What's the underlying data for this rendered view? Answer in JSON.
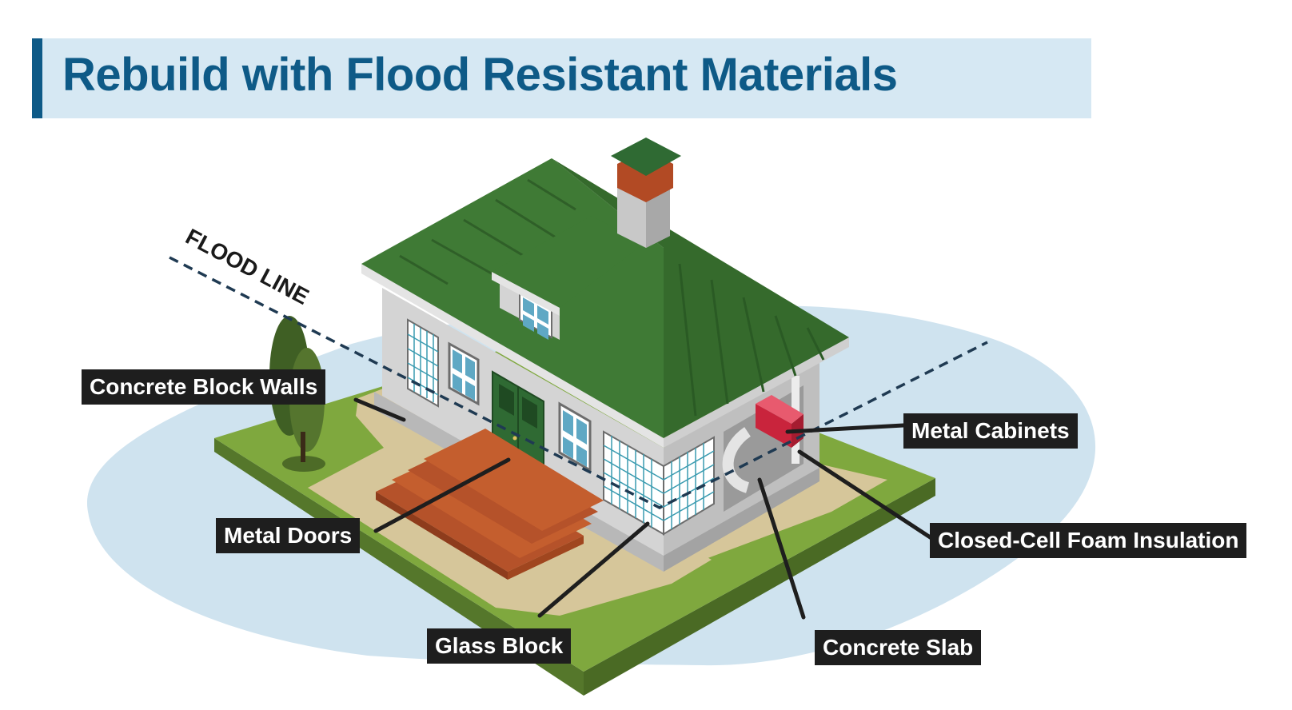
{
  "title": "Rebuild with Flood Resistant Materials",
  "flood_line_label": "FLOOD LINE",
  "labels": {
    "concrete_block_walls": "Concrete Block Walls",
    "metal_doors": "Metal Doors",
    "glass_block": "Glass Block",
    "metal_cabinets": "Metal Cabinets",
    "closed_cell_foam": "Closed-Cell Foam Insulation",
    "concrete_slab": "Concrete Slab"
  },
  "colors": {
    "title_text": "#0e5a87",
    "title_bg": "#d6e8f3",
    "water": "#cfe3ef",
    "roof": "#3f7a35",
    "grass": "#7fa83e",
    "walls": "#d4d4d4",
    "steps": "#b5522a",
    "cabinet": "#d9344c",
    "label_bg": "#1e1e1e"
  }
}
